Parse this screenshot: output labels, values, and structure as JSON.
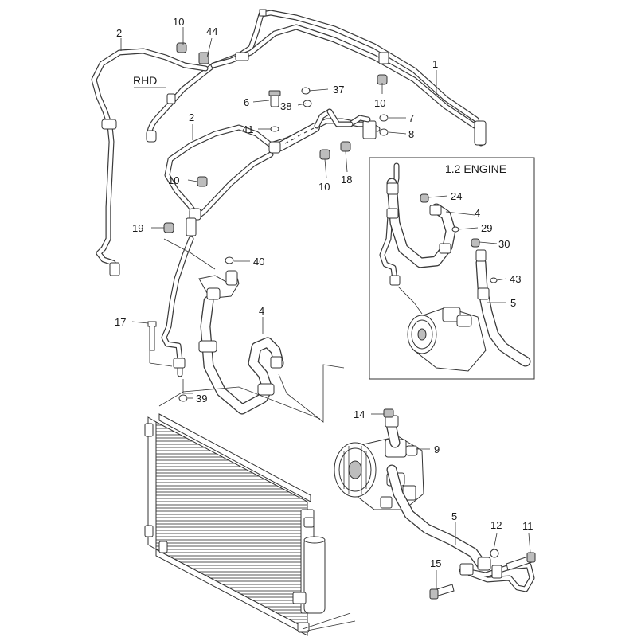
{
  "labels": {
    "rhd": "RHD",
    "engine_variant": "1.2 ENGINE"
  },
  "callouts": [
    {
      "id": "c1",
      "text": "1"
    },
    {
      "id": "c2a",
      "text": "2"
    },
    {
      "id": "c2b",
      "text": "2"
    },
    {
      "id": "c4a",
      "text": "4"
    },
    {
      "id": "c4b",
      "text": "4"
    },
    {
      "id": "c5a",
      "text": "5"
    },
    {
      "id": "c5b",
      "text": "5"
    },
    {
      "id": "c6",
      "text": "6"
    },
    {
      "id": "c7",
      "text": "7"
    },
    {
      "id": "c8",
      "text": "8"
    },
    {
      "id": "c9",
      "text": "9"
    },
    {
      "id": "c10a",
      "text": "10"
    },
    {
      "id": "c10b",
      "text": "10"
    },
    {
      "id": "c10c",
      "text": "10"
    },
    {
      "id": "c10d",
      "text": "10"
    },
    {
      "id": "c11",
      "text": "11"
    },
    {
      "id": "c12",
      "text": "12"
    },
    {
      "id": "c14",
      "text": "14"
    },
    {
      "id": "c15",
      "text": "15"
    },
    {
      "id": "c17",
      "text": "17"
    },
    {
      "id": "c18",
      "text": "18"
    },
    {
      "id": "c19",
      "text": "19"
    },
    {
      "id": "c24",
      "text": "24"
    },
    {
      "id": "c29",
      "text": "29"
    },
    {
      "id": "c30",
      "text": "30"
    },
    {
      "id": "c37",
      "text": "37"
    },
    {
      "id": "c38",
      "text": "38"
    },
    {
      "id": "c39",
      "text": "39"
    },
    {
      "id": "c40",
      "text": "40"
    },
    {
      "id": "c41",
      "text": "41"
    },
    {
      "id": "c43",
      "text": "43"
    },
    {
      "id": "c44",
      "text": "44"
    }
  ]
}
